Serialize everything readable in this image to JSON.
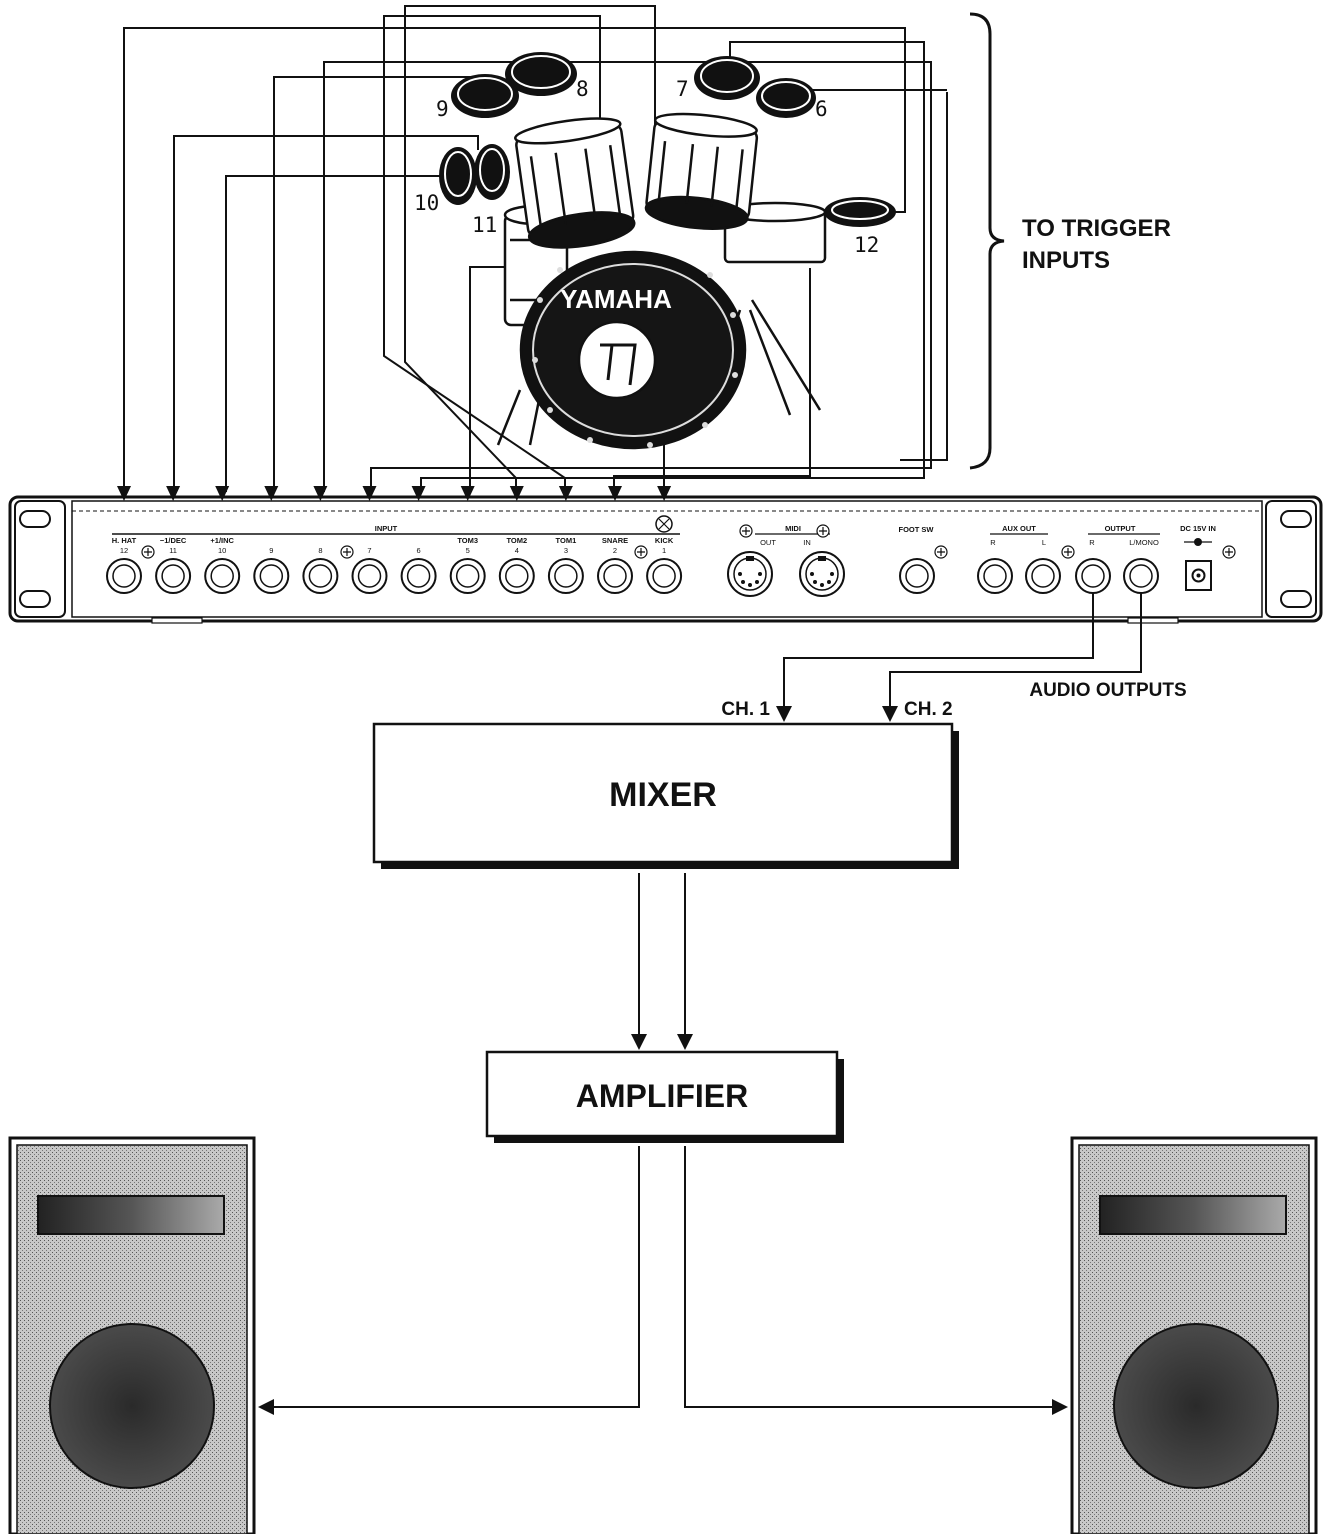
{
  "labels": {
    "to_trigger_inputs_line1": "TO TRIGGER",
    "to_trigger_inputs_line2": "INPUTS",
    "audio_outputs": "AUDIO OUTPUTS",
    "ch1": "CH. 1",
    "ch2": "CH. 2",
    "mixer": "MIXER",
    "amplifier": "AMPLIFIER",
    "drum_brand": "YAMAHA"
  },
  "pads": [
    {
      "num": "6"
    },
    {
      "num": "7"
    },
    {
      "num": "8"
    },
    {
      "num": "9"
    },
    {
      "num": "10"
    },
    {
      "num": "11"
    },
    {
      "num": "12"
    }
  ],
  "panel": {
    "input_label": "INPUT",
    "midi_label": "MIDI",
    "midi_out": "OUT",
    "midi_in": "IN",
    "foot_sw": "FOOT SW",
    "aux_out": "AUX OUT",
    "aux_r": "R",
    "aux_l": "L",
    "output": "OUTPUT",
    "output_r": "R",
    "output_l": "L/MONO",
    "dc_in": "DC 15V IN",
    "inputs": [
      {
        "name": "H. HAT",
        "num": "12"
      },
      {
        "name": "−1/DEC",
        "num": "11"
      },
      {
        "name": "+1/INC",
        "num": "10"
      },
      {
        "name": "",
        "num": "9"
      },
      {
        "name": "",
        "num": "8"
      },
      {
        "name": "",
        "num": "7"
      },
      {
        "name": "",
        "num": "6"
      },
      {
        "name": "TOM3",
        "num": "5"
      },
      {
        "name": "TOM2",
        "num": "4"
      },
      {
        "name": "TOM1",
        "num": "3"
      },
      {
        "name": "SNARE",
        "num": "2"
      },
      {
        "name": "KICK",
        "num": "1"
      }
    ]
  },
  "icons": [
    "speaker-icon",
    "drum-kit-icon",
    "pad-icon",
    "jack-icon",
    "midi-port-icon",
    "screw-icon"
  ]
}
